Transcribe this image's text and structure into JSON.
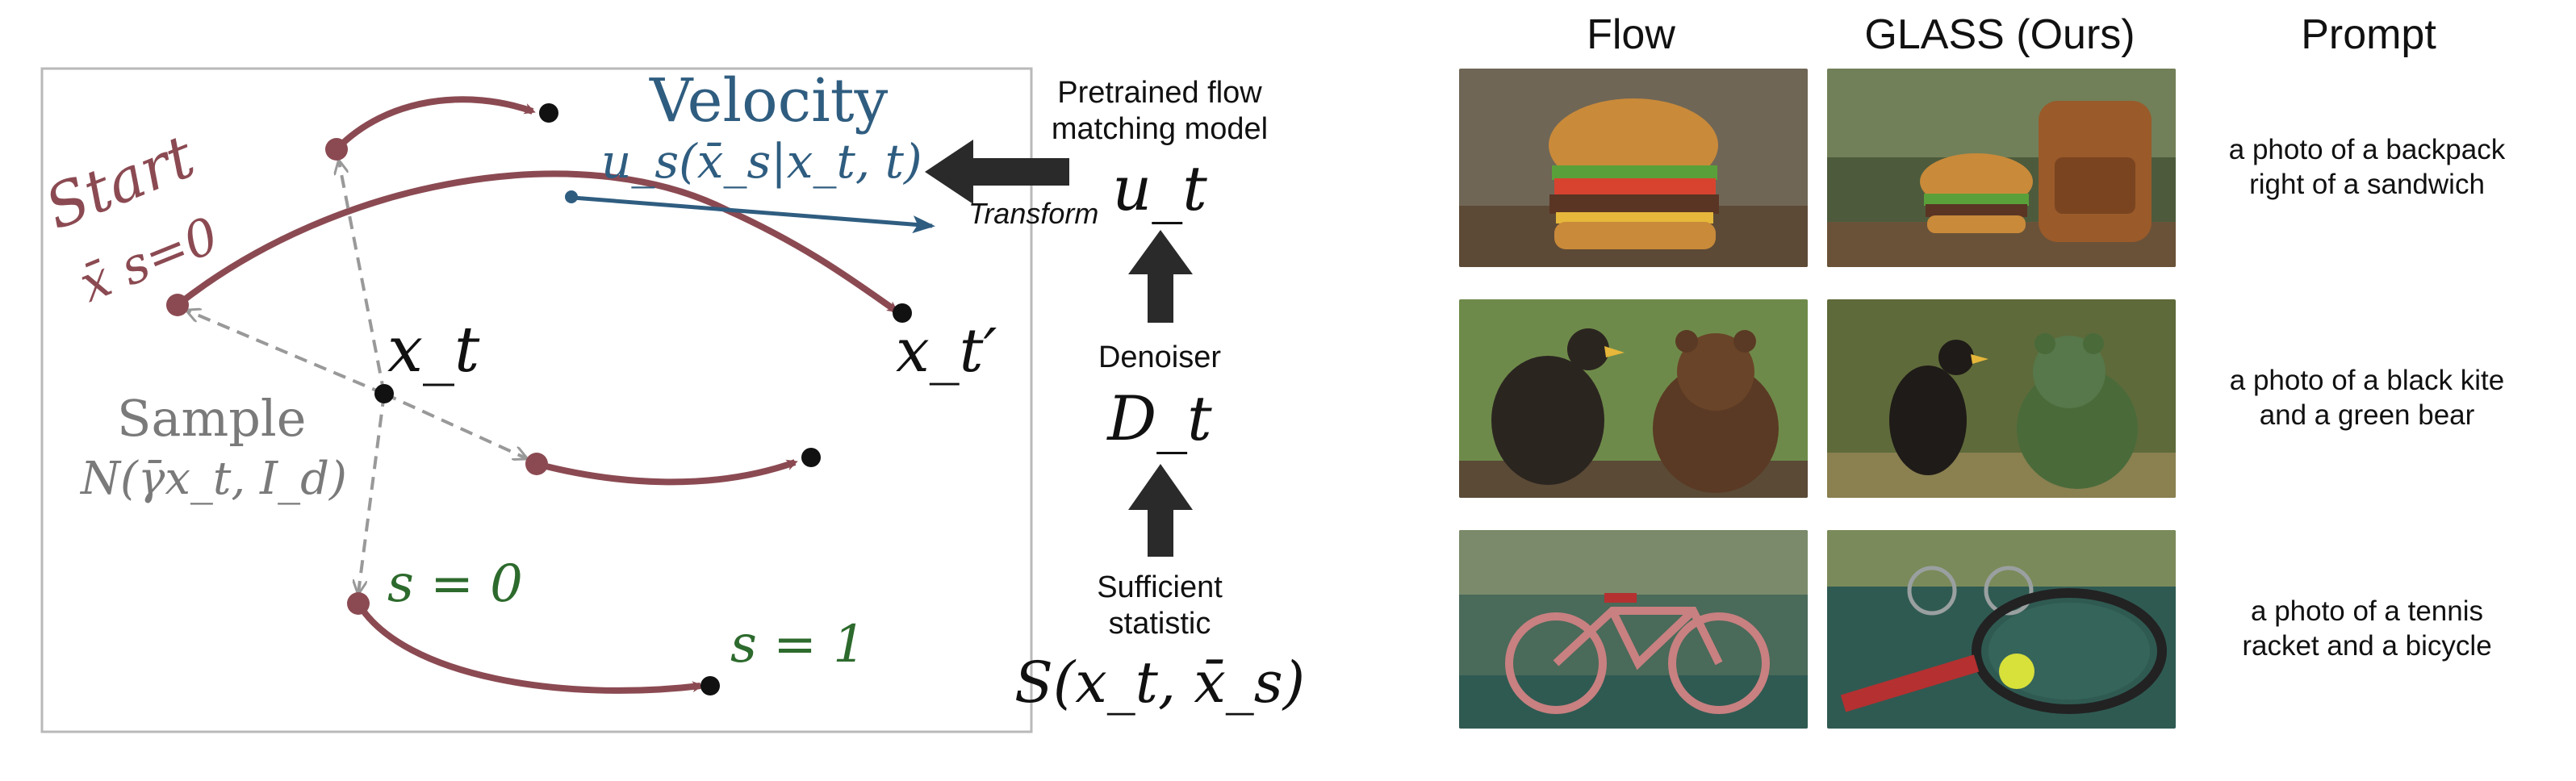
{
  "diagram": {
    "start_label": "Start",
    "start_math": "x̄ s=0",
    "velocity_label": "Velocity",
    "velocity_math": "u_s(x̄_s|x_t, t)",
    "xt_label": "x_t",
    "xtprime_label": "x_t′",
    "sample_label": "Sample",
    "sample_math": "N(γ̄x_t, I_d)",
    "s0_label": "s = 0",
    "s1_label": "s = 1",
    "pretrained_line1": "Pretrained flow",
    "pretrained_line2": "matching model",
    "ut_label": "u_t",
    "transform_label": "Transform",
    "denoiser_label": "Denoiser",
    "dt_label": "D_t",
    "sufficient_line1": "Sufficient",
    "sufficient_line2": "statistic",
    "stat_math": "S(x_t, x̄_s)",
    "colors": {
      "trajectory": "#8b4a52",
      "velocity": "#2f5d80",
      "green_label": "#2d6a2d",
      "sample_gray": "#7a7a7a",
      "arrow_black": "#2a2a2a"
    }
  },
  "comparison": {
    "headers": [
      "Flow",
      "GLASS (Ours)",
      "Prompt"
    ],
    "rows": [
      {
        "prompt_line1": "a photo of a backpack",
        "prompt_line2": "right of a sandwich",
        "flow_image": "burger photo",
        "glass_image": "burger and leather backpack photo"
      },
      {
        "prompt_line1": "a photo of a black kite",
        "prompt_line2": "and a green bear",
        "flow_image": "eagle and brown bear photo",
        "glass_image": "black kite and green bear photo"
      },
      {
        "prompt_line1": "a photo of a tennis",
        "prompt_line2": "racket and a bicycle",
        "flow_image": "pink bicycle photo",
        "glass_image": "tennis racket and bicycle photo"
      }
    ]
  }
}
